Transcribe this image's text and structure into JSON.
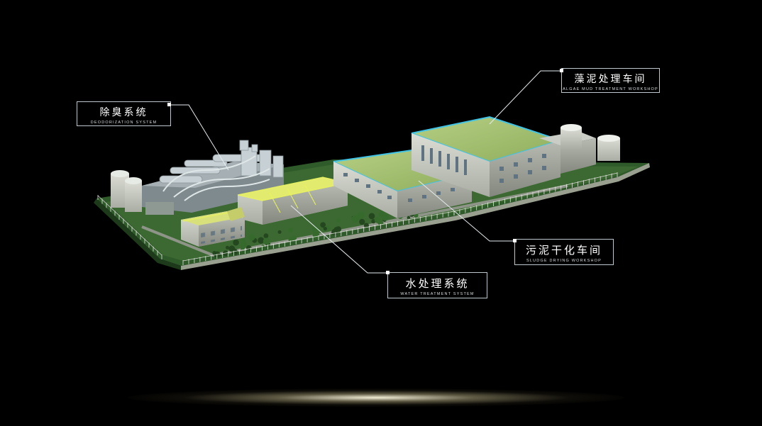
{
  "labels": {
    "deodorization": {
      "zh": "除臭系统",
      "en": "DEODORIZATION SYSTEM",
      "icon": "marker-dot-icon"
    },
    "algae": {
      "zh": "藻泥处理车间",
      "en": "ALGAE MUD TREATMENT WORKSHOP",
      "icon": "marker-dot-icon"
    },
    "sludge": {
      "zh": "污泥干化车间",
      "en": "SLUDGE DRYING WORKSHOP",
      "icon": "marker-dot-icon"
    },
    "water": {
      "zh": "水处理系统",
      "en": "WATER TREATMENT SYSTEM",
      "icon": "marker-dot-icon"
    }
  },
  "colors": {
    "background": "#000000",
    "roof_green": "#9fbb6a",
    "roof_trim": "#3ec3e6",
    "wall": "#c9cdc5",
    "grass": "#3f6b34",
    "data_stream": "#3ec9e8",
    "highlight": "#e9f25a",
    "label_border": "#bfc8cc"
  }
}
